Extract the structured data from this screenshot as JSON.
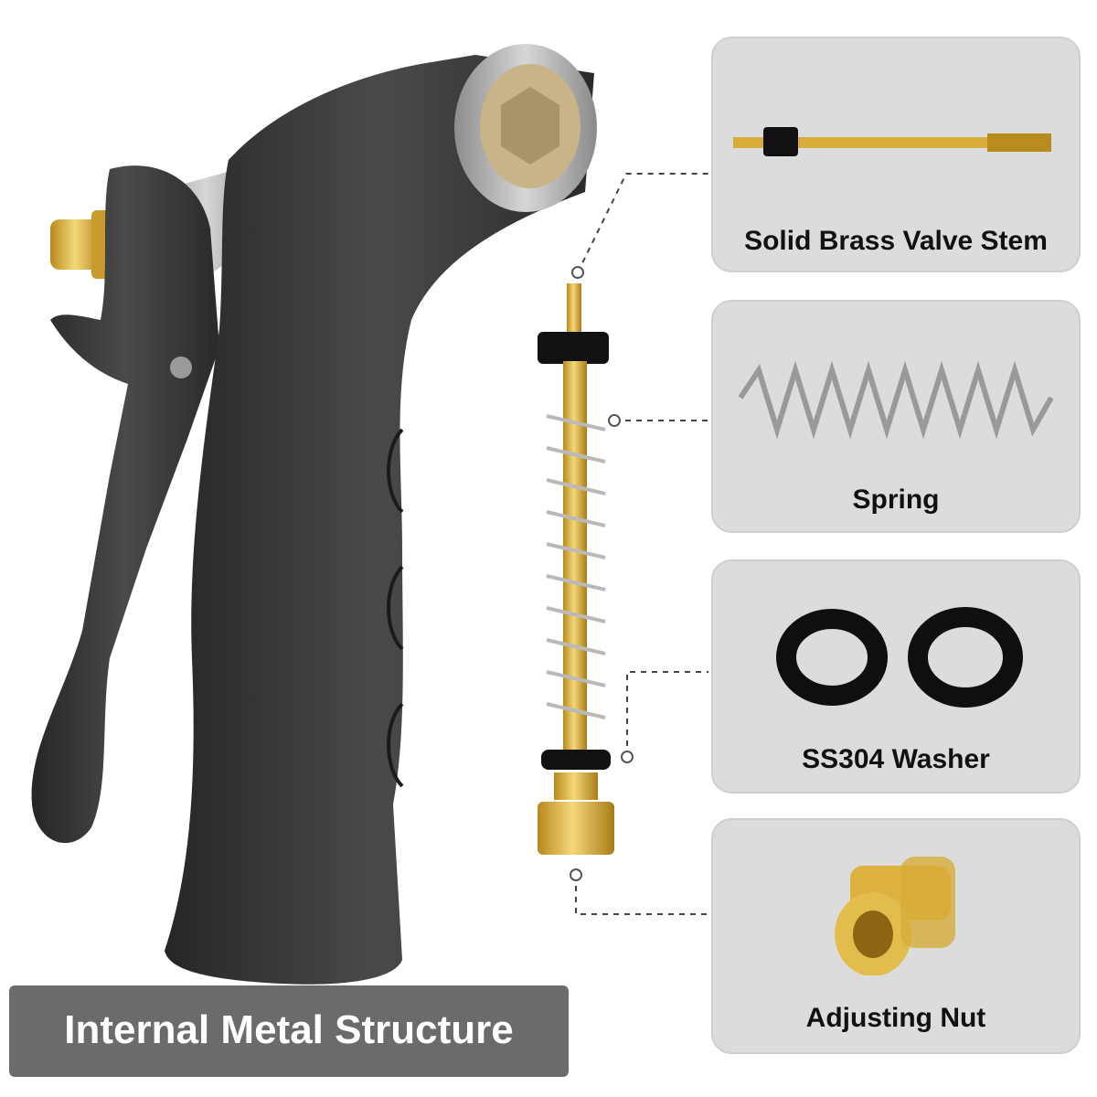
{
  "banner": {
    "text": "Internal Metal Structure"
  },
  "cards": [
    {
      "label": "Solid Brass Valve Stem",
      "icon": "brass-valve-stem-icon"
    },
    {
      "label": "Spring",
      "icon": "spring-icon"
    },
    {
      "label": "SS304 Washer",
      "icon": "washer-icon"
    },
    {
      "label": "Adjusting Nut",
      "icon": "adjusting-nut-icon"
    }
  ],
  "colors": {
    "card_bg": "#dcdcdc",
    "banner_bg": "#6b6b6b",
    "brass": "#e0b53a",
    "nozzle_body": "#3a3a3a"
  }
}
